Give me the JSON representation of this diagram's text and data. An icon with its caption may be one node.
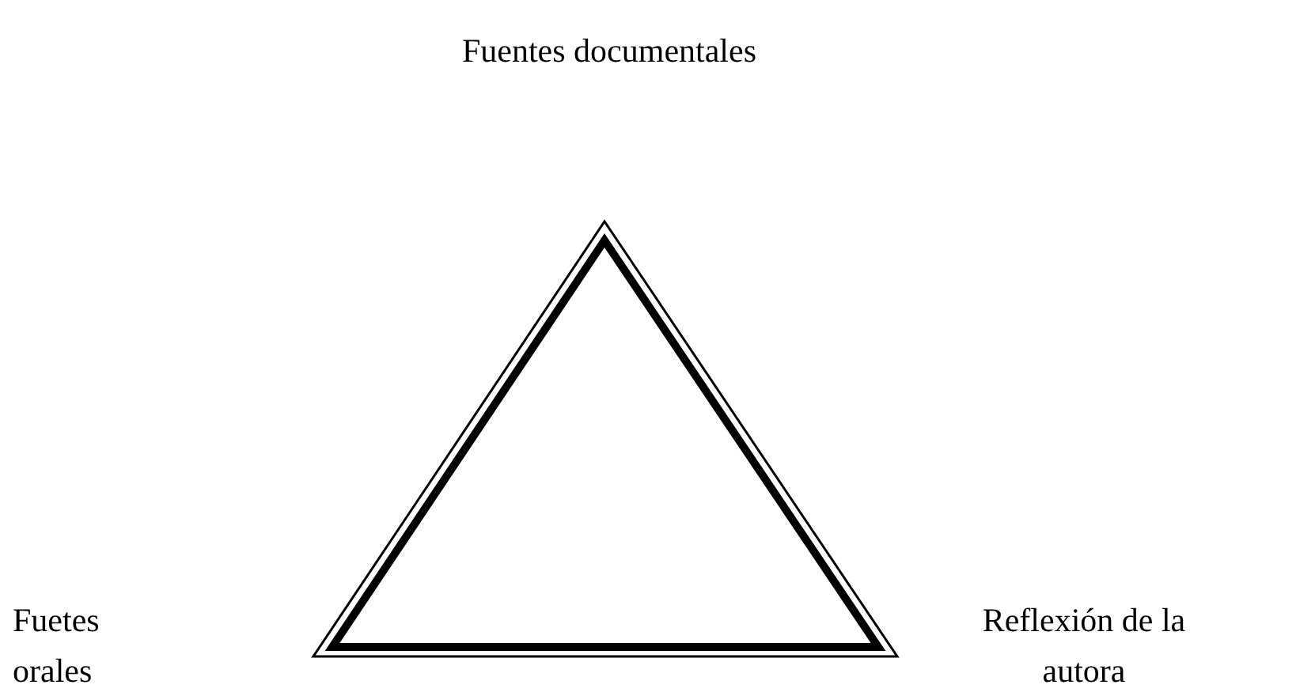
{
  "diagram": {
    "labels": [
      "Fuentes documentales",
      "Fuetes orales",
      "Reflexión de la autora"
    ]
  }
}
